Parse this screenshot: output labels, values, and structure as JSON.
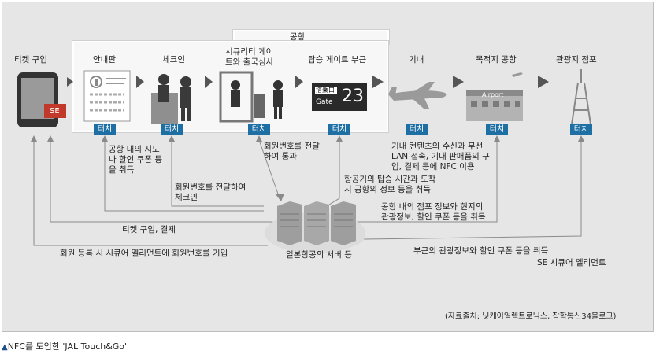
{
  "stages": {
    "ticket": "티켓 구입",
    "info_board": "안내판",
    "checkin": "체크인",
    "security": "시큐리티 게이\n트와 출국심사",
    "gate": "탑승 게이트 부근",
    "cabin": "기내",
    "destination": "목적지 공항",
    "tourist": "관광지 점포"
  },
  "airport_label": "공항",
  "touch_label": "터치",
  "se_label": "SE",
  "gate_sign": {
    "top": "搭乗口",
    "word": "Gate",
    "number": "23"
  },
  "airport_sign": "Airport",
  "descriptions": {
    "info": "공항 내의 지도\n나 할인 쿠폰 등\n을 취득",
    "checkin": "회원번호를 전달하여\n체크인",
    "security": "회원번호를 전달\n하여 통과",
    "cabin": "기내 컨텐츠의 수신과 무선\nLAN 접속, 기내 판매품의 구\n입, 결제 등에 NFC 이용",
    "gate": "항공기의 탑승 시간과 도착\n지 공항의 정보 등을 취득",
    "destination": "공항 내의 점포 정보와 현지의\n관광정보, 할인 쿠폰 등을 취득",
    "ticket_purchase": "티켓 구입, 결제",
    "registration": "회원 등록 시 시큐어 엘리먼트에 회원번호를 기입",
    "tourist": "부근의 관광정보와 할인 쿠폰 등을 취득",
    "se_element": "SE 시큐어 엘리먼트"
  },
  "server_label": "일본항공의 서버 등",
  "source": "(자료출처: 닛케이일렉트로닉스, 잡학통신34블로그)",
  "caption": "NFC를 도입한 'JAL Touch&Go'",
  "colors": {
    "touch": "#1e6fa3",
    "arrow": "#555555",
    "line": "#888888",
    "se": "#c0392b"
  }
}
